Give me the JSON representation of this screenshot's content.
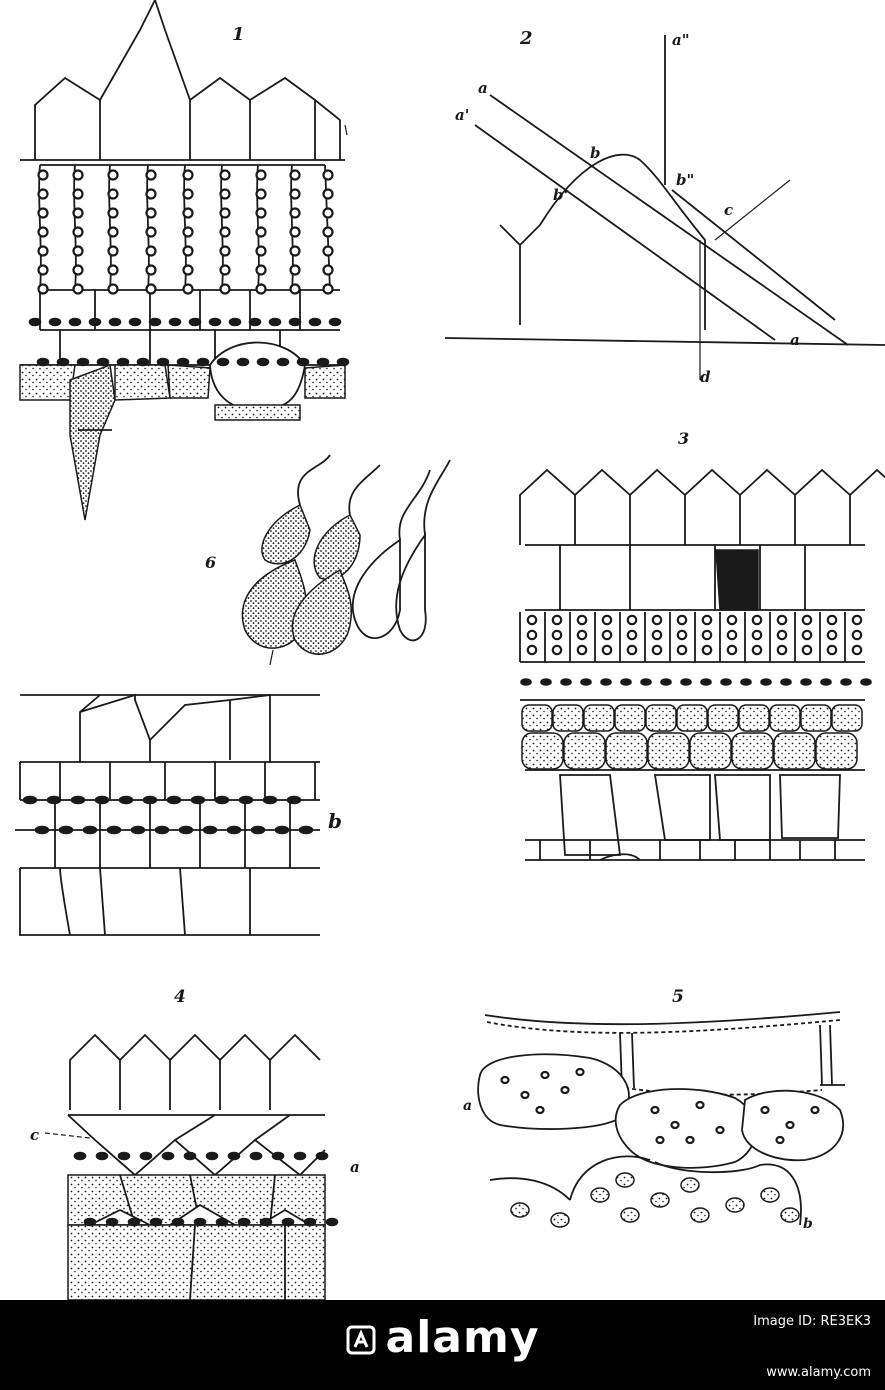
{
  "figure": {
    "panel_numbers": [
      "1",
      "2",
      "3",
      "4",
      "5",
      "6"
    ],
    "fig2_labels": [
      "a",
      "a'",
      "a\"",
      "b",
      "b'",
      "b\"",
      "c",
      "d",
      "a"
    ],
    "fig_b_label": "b",
    "fig4_labels": [
      "c",
      "a"
    ],
    "fig5_labels": [
      "a",
      "b"
    ]
  },
  "footer": {
    "brand": "alamy",
    "image_id": "Image ID: RE3EK3",
    "url": "www.alamy.com",
    "background": "#000000",
    "text_color": "#ffffff"
  }
}
